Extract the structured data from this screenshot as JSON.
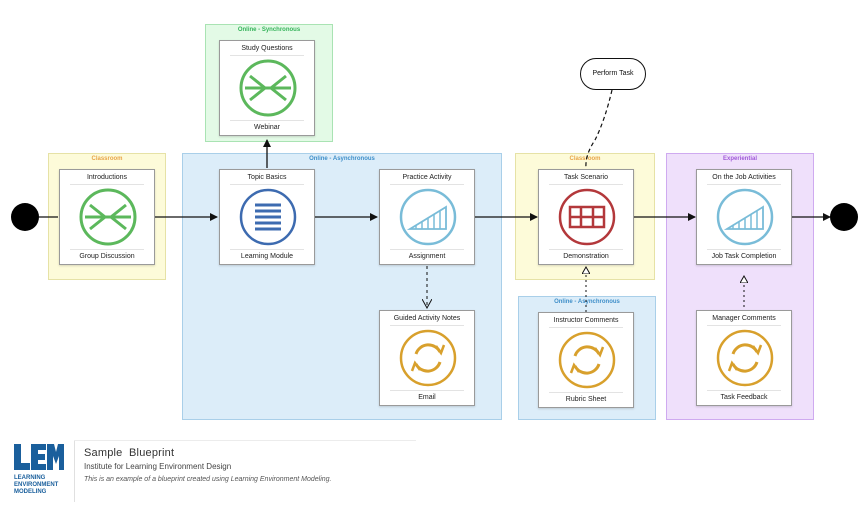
{
  "zones": {
    "classroom_1": "Classroom",
    "online_sync": "Online - Synchronous",
    "online_async_main": "Online - Asynchronous",
    "classroom_2": "Classroom",
    "online_async_small": "Online - Asynchronous",
    "experiential": "Experiential"
  },
  "cards": {
    "introductions": {
      "top": "Introductions",
      "bottom": "Group Discussion",
      "icon": "converge-arrows-icon"
    },
    "study_questions": {
      "top": "Study Questions",
      "bottom": "Webinar",
      "icon": "converge-arrows-icon"
    },
    "topic_basics": {
      "top": "Topic Basics",
      "bottom": "Learning Module",
      "icon": "list-lines-icon"
    },
    "practice_activity": {
      "top": "Practice Activity",
      "bottom": "Assignment",
      "icon": "progress-bars-icon"
    },
    "guided_notes": {
      "top": "Guided Activity Notes",
      "bottom": "Email",
      "icon": "cycle-arrows-icon"
    },
    "task_scenario": {
      "top": "Task Scenario",
      "bottom": "Demonstration",
      "icon": "grid-table-icon"
    },
    "instructor_comments": {
      "top": "Instructor Comments",
      "bottom": "Rubric Sheet",
      "icon": "cycle-arrows-icon"
    },
    "on_job": {
      "top": "On the Job Activities",
      "bottom": "Job Task Completion",
      "icon": "progress-bars-icon"
    },
    "manager_comments": {
      "top": "Manager Comments",
      "bottom": "Task Feedback",
      "icon": "cycle-arrows-icon"
    }
  },
  "perform_task": "Perform Task",
  "footer": {
    "logo_letters": "LEM",
    "logo_sub": [
      "LEARNING",
      "ENVIRONMENT",
      "MODELING"
    ],
    "title": "Sample  Blueprint",
    "org": "Institute for Learning Environment Design",
    "description": "This is an example of a blueprint created using Learning Environment Modeling."
  },
  "colors": {
    "green_icon": "#5cb85c",
    "blue_icon": "#3d6bb0",
    "light_blue_icon": "#79bcd8",
    "red_icon": "#b3383b",
    "gold_icon": "#d8a02c",
    "logo_blue": "#1a5f9c"
  }
}
